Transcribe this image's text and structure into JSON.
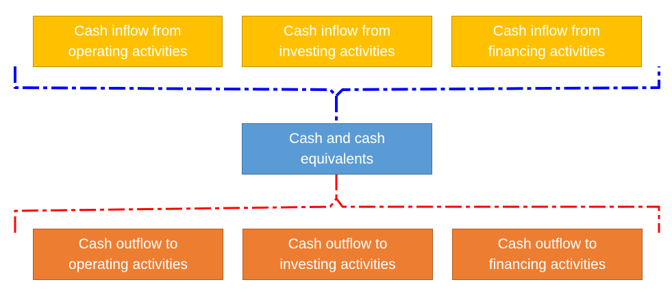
{
  "diagram": {
    "inflows": [
      {
        "label": "Cash inflow from\noperating activities"
      },
      {
        "label": "Cash inflow from\ninvesting activities"
      },
      {
        "label": "Cash inflow from\nfinancing activities"
      }
    ],
    "center": {
      "label": "Cash and cash\nequivalents"
    },
    "outflows": [
      {
        "label": "Cash outflow to\noperating activities"
      },
      {
        "label": "Cash outflow to\ninvesting activities"
      },
      {
        "label": "Cash outflow to\nfinancing activities"
      }
    ]
  },
  "colors": {
    "inflow_fill": "#ffc000",
    "center_fill": "#5b9bd5",
    "outflow_fill": "#ed7d31",
    "inflow_brace": "#0000ff",
    "outflow_brace": "#ff0000",
    "text": "#ffffff"
  }
}
